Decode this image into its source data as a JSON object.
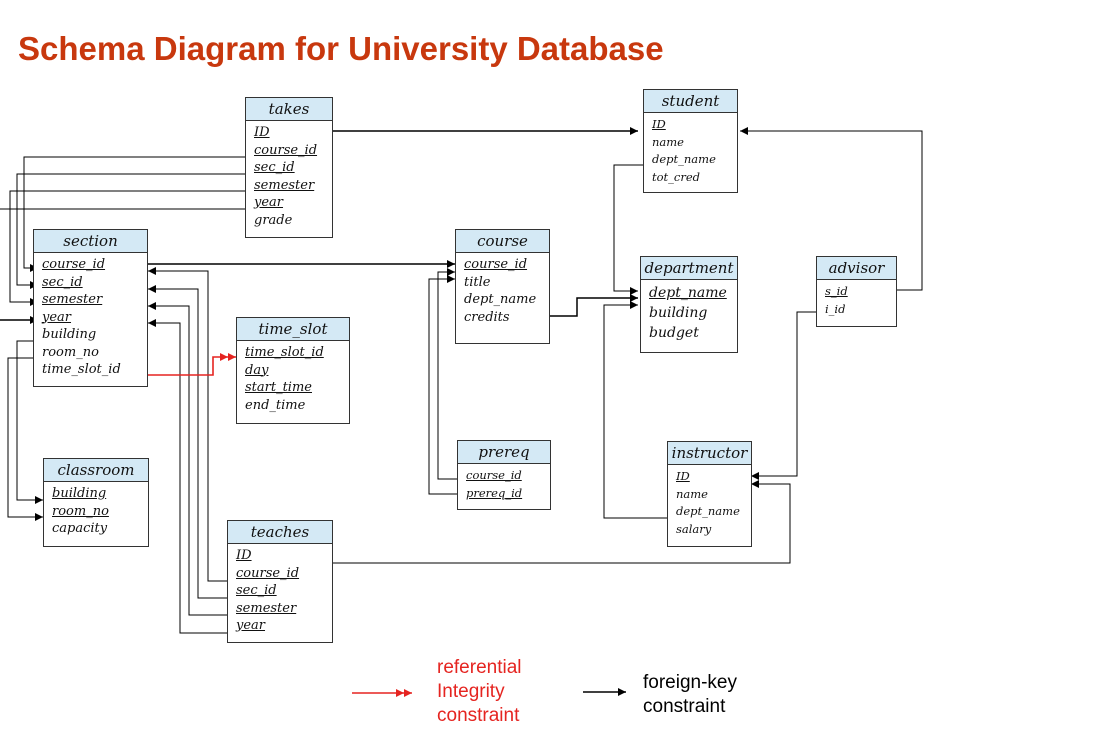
{
  "title": "Schema Diagram for University Database",
  "colors": {
    "title": "#c8380e",
    "header_fill": "#d4e9f5",
    "fk_arrow": "#000000",
    "ref_arrow": "#e52420"
  },
  "tables": {
    "takes": {
      "name": "takes",
      "attrs": [
        {
          "t": "ID",
          "pk": true
        },
        {
          "t": "course_id",
          "pk": true
        },
        {
          "t": "sec_id",
          "pk": true
        },
        {
          "t": "semester",
          "pk": true
        },
        {
          "t": "year",
          "pk": true
        },
        {
          "t": "grade",
          "pk": false
        }
      ]
    },
    "student": {
      "name": "student",
      "attrs": [
        {
          "t": "ID",
          "pk": true
        },
        {
          "t": "name",
          "pk": false
        },
        {
          "t": "dept_name",
          "pk": false
        },
        {
          "t": "tot_cred",
          "pk": false
        }
      ]
    },
    "section": {
      "name": "section",
      "attrs": [
        {
          "t": "course_id",
          "pk": true
        },
        {
          "t": "sec_id",
          "pk": true
        },
        {
          "t": "semester",
          "pk": true
        },
        {
          "t": "year",
          "pk": true
        },
        {
          "t": "building",
          "pk": false
        },
        {
          "t": "room_no",
          "pk": false
        },
        {
          "t": "time_slot_id",
          "pk": false
        }
      ]
    },
    "course": {
      "name": "course",
      "attrs": [
        {
          "t": "course_id",
          "pk": true
        },
        {
          "t": "title",
          "pk": false
        },
        {
          "t": "dept_name",
          "pk": false
        },
        {
          "t": "credits",
          "pk": false
        }
      ]
    },
    "department": {
      "name": "department",
      "attrs": [
        {
          "t": "dept_name",
          "pk": true
        },
        {
          "t": "building",
          "pk": false
        },
        {
          "t": "budget",
          "pk": false
        }
      ]
    },
    "advisor": {
      "name": "advisor",
      "attrs": [
        {
          "t": "s_id",
          "pk": true
        },
        {
          "t": "i_id",
          "pk": false
        }
      ]
    },
    "time_slot": {
      "name": "time_slot",
      "attrs": [
        {
          "t": "time_slot_id",
          "pk": true
        },
        {
          "t": "day",
          "pk": true
        },
        {
          "t": "start_time",
          "pk": true
        },
        {
          "t": "end_time",
          "pk": false
        }
      ]
    },
    "prereq": {
      "name": "prereq",
      "attrs": [
        {
          "t": "course_id",
          "pk": true
        },
        {
          "t": "prereq_id",
          "pk": true
        }
      ]
    },
    "instructor": {
      "name": "instructor",
      "attrs": [
        {
          "t": "ID",
          "pk": true
        },
        {
          "t": "name",
          "pk": false
        },
        {
          "t": "dept_name",
          "pk": false
        },
        {
          "t": "salary",
          "pk": false
        }
      ]
    },
    "classroom": {
      "name": "classroom",
      "attrs": [
        {
          "t": "building",
          "pk": true
        },
        {
          "t": "room_no",
          "pk": true
        },
        {
          "t": "capacity",
          "pk": false
        }
      ]
    },
    "teaches": {
      "name": "teaches",
      "attrs": [
        {
          "t": "ID",
          "pk": true
        },
        {
          "t": "course_id",
          "pk": true
        },
        {
          "t": "sec_id",
          "pk": true
        },
        {
          "t": "semester",
          "pk": true
        },
        {
          "t": "year",
          "pk": true
        }
      ]
    }
  },
  "legend": {
    "referential": [
      "referential",
      "Integrity",
      "constraint"
    ],
    "foreign_key": [
      "foreign-key",
      "constraint"
    ]
  }
}
